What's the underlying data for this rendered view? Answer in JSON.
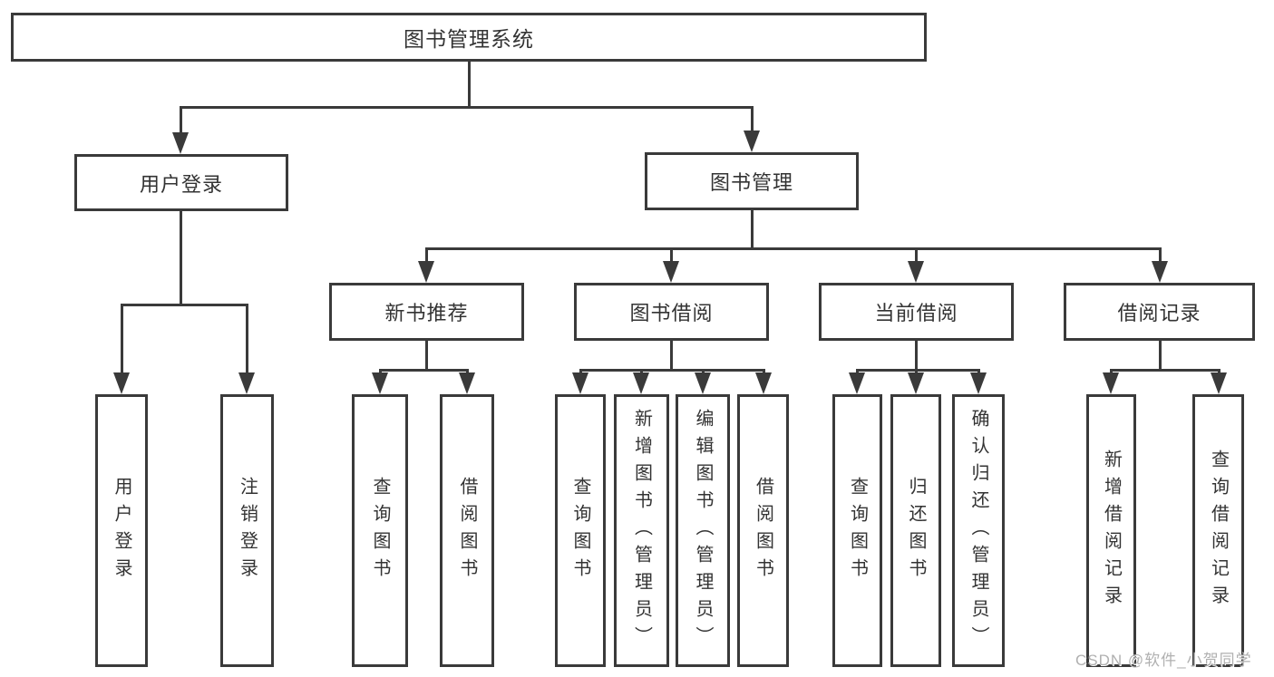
{
  "diagram_title": "图书管理系统",
  "tree": {
    "label": "图书管理系统",
    "children": [
      {
        "label": "用户登录",
        "children": [
          {
            "label": "用户登录"
          },
          {
            "label": "注销登录"
          }
        ]
      },
      {
        "label": "图书管理",
        "children": [
          {
            "label": "新书推荐",
            "children": [
              {
                "label": "查询图书"
              },
              {
                "label": "借阅图书"
              }
            ]
          },
          {
            "label": "图书借阅",
            "children": [
              {
                "label": "查询图书"
              },
              {
                "label": "新增图书（管理员）"
              },
              {
                "label": "编辑图书（管理员）"
              },
              {
                "label": "借阅图书"
              }
            ]
          },
          {
            "label": "当前借阅",
            "children": [
              {
                "label": "查询图书"
              },
              {
                "label": "归还图书"
              },
              {
                "label": "确认归还（管理员）"
              }
            ]
          },
          {
            "label": "借阅记录",
            "children": [
              {
                "label": "新增借阅记录"
              },
              {
                "label": "查询借阅记录"
              }
            ]
          }
        ]
      }
    ]
  },
  "watermark": "CSDN @软件_小贺同学",
  "colors": {
    "line": "#3a3a3a",
    "text": "#333333",
    "background": "#ffffff",
    "watermark": "#b0b0b0"
  }
}
